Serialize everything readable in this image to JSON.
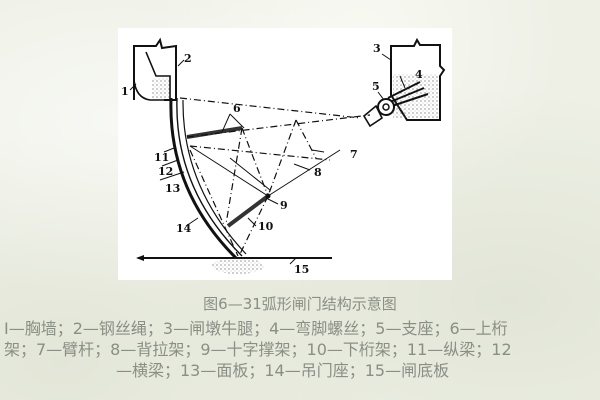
{
  "figure": {
    "caption": "图6—31弧形闸门结构示意图",
    "legend_lines": [
      "I—胸墙；2—钢丝绳；3—闸墩牛腿；4—弯脚螺丝；5—支座；6—上桁",
      "架；7—臂杆；8—背拉架；9—十字撑架；10—下桁架；11—纵梁；12",
      "　　　　　　　—横梁；13—面板；14—吊门座；15—闸底板"
    ],
    "legend_items": [
      {
        "num": "1",
        "name": "胸墙"
      },
      {
        "num": "2",
        "name": "钢丝绳"
      },
      {
        "num": "3",
        "name": "闸墩牛腿"
      },
      {
        "num": "4",
        "name": "弯脚螺丝"
      },
      {
        "num": "5",
        "name": "支座"
      },
      {
        "num": "6",
        "name": "上桁架"
      },
      {
        "num": "7",
        "name": "臂杆"
      },
      {
        "num": "8",
        "name": "背拉架"
      },
      {
        "num": "9",
        "name": "十字撑架"
      },
      {
        "num": "10",
        "name": "下桁架"
      },
      {
        "num": "11",
        "name": "纵梁"
      },
      {
        "num": "12",
        "name": "横梁"
      },
      {
        "num": "13",
        "name": "面板"
      },
      {
        "num": "14",
        "name": "吊门座"
      },
      {
        "num": "15",
        "name": "闸底板"
      }
    ],
    "diagram_labels": {
      "l1": "1",
      "l2": "2",
      "l3": "3",
      "l4": "4",
      "l5": "5",
      "l6": "6",
      "l7": "7",
      "l8": "8",
      "l9": "9",
      "l10": "10",
      "l11": "11",
      "l12": "12",
      "l13": "13",
      "l14": "14",
      "l15": "15"
    }
  }
}
